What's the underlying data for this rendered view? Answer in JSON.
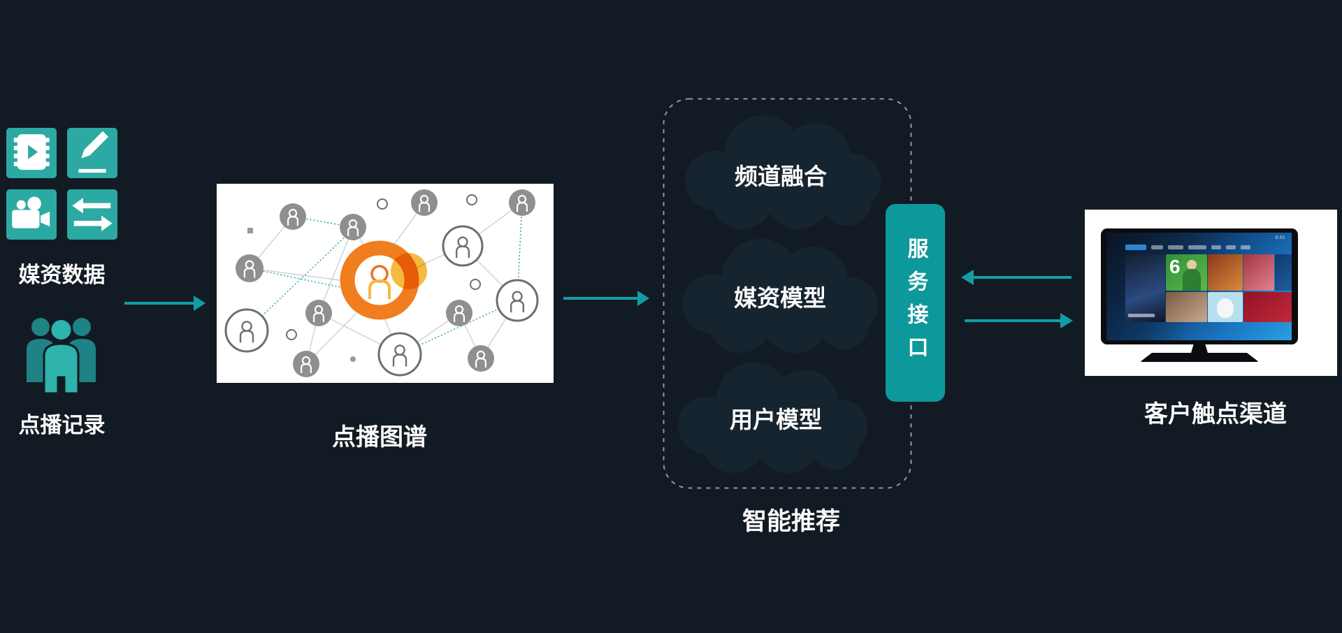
{
  "colors": {
    "background": "#121B24",
    "icon_teal": "#2CA9A3",
    "arrow_teal": "#129DA6",
    "service_box_teal": "#0D989B",
    "cloud_fill": "#16242F",
    "dashed_border": "#8E99A4",
    "graph_orange": "#F07E1E",
    "graph_yellow": "#F6BA3F"
  },
  "left_panel": {
    "icons": [
      "film-icon",
      "pencil-icon",
      "camera-icon",
      "transfer-icon"
    ],
    "media_label": "媒资数据",
    "people_label": "点播记录"
  },
  "graph_panel": {
    "label": "点播图谱"
  },
  "recommendation": {
    "clouds": [
      "频道融合",
      "媒资模型",
      "用户模型"
    ],
    "label": "智能推荐"
  },
  "service_box": {
    "label": "服务接口"
  },
  "tv_panel": {
    "label": "客户触点渠道",
    "screen_time": "8:43",
    "tile_number": "6"
  }
}
